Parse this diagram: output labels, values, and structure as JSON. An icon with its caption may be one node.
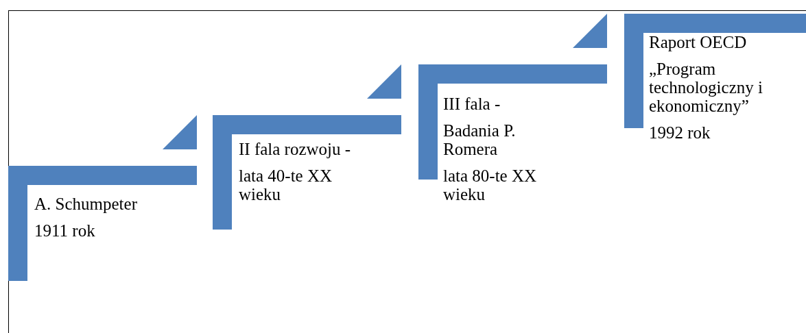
{
  "diagram": {
    "nodes": [
      {
        "text": [
          "A. Schumpeter",
          "1911 rok"
        ]
      },
      {
        "text": [
          "II fala rozwoju -",
          "lata 40-te XX wieku"
        ]
      },
      {
        "text": [
          "III fala -",
          "Badania P. Romera",
          "lata 80-te XX wieku"
        ]
      },
      {
        "text": [
          "Raport OECD",
          "„Program technologiczny i ekonomiczny”",
          "1992 rok"
        ]
      }
    ]
  }
}
